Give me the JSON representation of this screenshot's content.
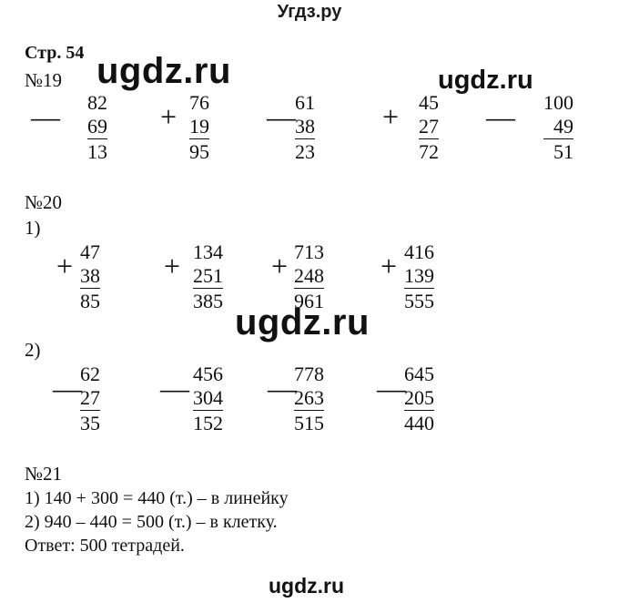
{
  "header": {
    "site_title": "Угдз.ру"
  },
  "page_label": "Стр. 54",
  "watermark": "ugdz.ru",
  "task19": {
    "label": "№19",
    "ops": [
      {
        "op": "—",
        "a": "82",
        "b": "69",
        "r": "13"
      },
      {
        "op": "+",
        "a": "76",
        "b": "19",
        "r": "95"
      },
      {
        "op": "—",
        "a": "61",
        "b": "38",
        "r": "23"
      },
      {
        "op": "+",
        "a": "45",
        "b": "27",
        "r": "72"
      },
      {
        "op": "—",
        "a": "100",
        "b": "49",
        "r": "51"
      }
    ]
  },
  "task20": {
    "label": "№20",
    "part1": {
      "label": "1)",
      "ops": [
        {
          "op": "+",
          "a": "47",
          "b": "38",
          "r": "85"
        },
        {
          "op": "+",
          "a": "134",
          "b": "251",
          "r": "385"
        },
        {
          "op": "+",
          "a": "713",
          "b": "248",
          "r": "961"
        },
        {
          "op": "+",
          "a": "416",
          "b": "139",
          "r": "555"
        }
      ]
    },
    "part2": {
      "label": "2)",
      "ops": [
        {
          "op": "—",
          "a": "62",
          "b": "27",
          "r": "35"
        },
        {
          "op": "—",
          "a": "456",
          "b": "304",
          "r": "152"
        },
        {
          "op": "—",
          "a": "778",
          "b": "263",
          "r": "515"
        },
        {
          "op": "—",
          "a": "645",
          "b": "205",
          "r": "440"
        }
      ]
    }
  },
  "task21": {
    "label": "№21",
    "lines": [
      "1) 140 + 300 = 440 (т.) – в линейку",
      "2) 940 – 440 = 500 (т.) – в клетку.",
      "Ответ: 500 тетрадей."
    ]
  }
}
